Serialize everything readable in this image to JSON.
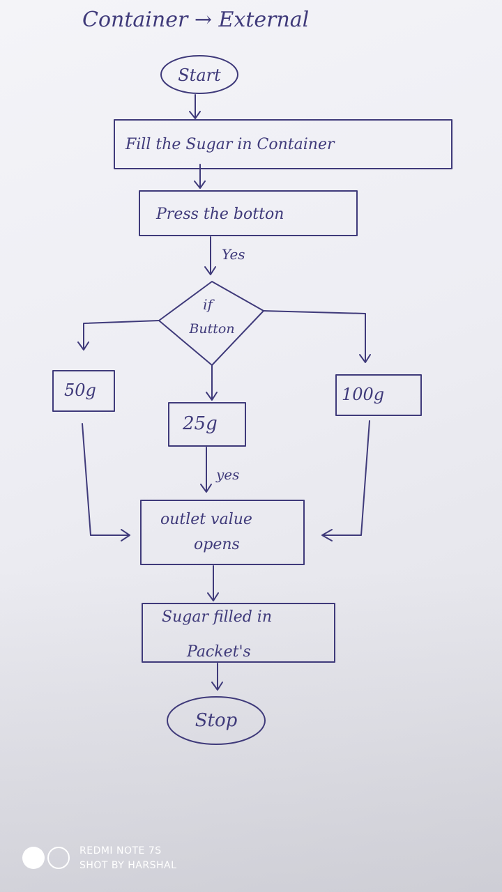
{
  "title": "Container → External",
  "nodes": {
    "start": "Start",
    "fill": "Fill the Sugar in Container",
    "press": "Press the botton",
    "decision_line1": "if",
    "decision_line2": "Button",
    "left_option": "50g",
    "middle_option": "25g",
    "right_option": "100g",
    "outlet_line1": "outlet value",
    "outlet_line2": "opens",
    "filled_line1": "Sugar filled in",
    "filled_line2": "Packet's",
    "stop": "Stop"
  },
  "edge_labels": {
    "after_press": "Yes",
    "after_25g": "yes"
  },
  "watermark": {
    "line1": "REDMI NOTE 7S",
    "line2": "SHOT BY HARSHAL"
  },
  "colors": {
    "ink": "#3f3a7a",
    "paper": "#f1f1f6"
  }
}
